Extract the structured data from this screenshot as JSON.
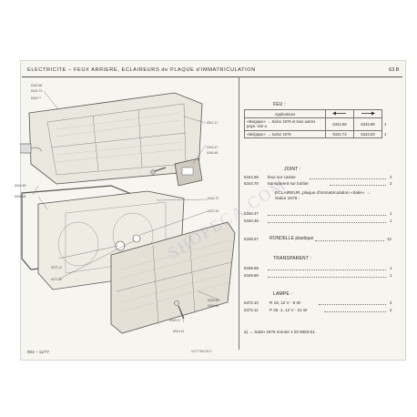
{
  "header": {
    "title": "ELECTRICITE – FEUX ARRIERE, ECLAIREURS de PLAQUE d'IMMATRICULATION",
    "page_no": "63 B"
  },
  "diagram_labels": {
    "top_refs": [
      "6342.68",
      "6342.73",
      "6343 **"
    ],
    "l_6912": "6912.17",
    "l_6340_47": "6340.47",
    "l_6340_48": "6340.48",
    "l_6344_69": "6344.69",
    "l_6935": "6935.08",
    "l_6344_70": "6344.70",
    "l_6372_10_a": "6372.10",
    "l_6372_11": "6372.11",
    "l_6372_10_b": "6372.10",
    "l_6349_65": "6349.65",
    "l_6349_66": "6349.66",
    "l_6349_57": "6349.57",
    "l_6910": "6910.41",
    "drawing_code": "11/77 904 92 0",
    "folio": "904 – 11/77"
  },
  "feu": {
    "title": "FEU :",
    "col_applications": "Applications",
    "rows": [
      {
        "label": "«Belgique» → Salon 1976 et tous autres pays. Voir a",
        "left": "6342.68",
        "right": "6343.89",
        "qty": "1"
      },
      {
        "label": "«Belgique» → Salon 1976",
        "left": "6342.73",
        "right": "6343.93",
        "qty": "1"
      }
    ]
  },
  "sections": [
    {
      "title": "JOINT :",
      "items": [
        {
          "ref": "6344.69",
          "desc": "feux sur caisse",
          "qty": "2"
        },
        {
          "ref": "6344.70",
          "desc": "transparent sur boîtier",
          "qty": "2"
        }
      ]
    },
    {
      "title": "ECLAIREUR, plaque d'immatriculation «Italie» → Salon 1976 :",
      "items": [
        {
          "ref": "6340.47",
          "desc": "",
          "qty": "1"
        },
        {
          "ref": "6340.48",
          "desc": "",
          "qty": "1"
        }
      ]
    },
    {
      "title": "",
      "items": [
        {
          "ref": "6349.57",
          "desc": "RONDELLE plastique",
          "qty": "12"
        }
      ]
    },
    {
      "title": "TRANSPARENT :",
      "items": [
        {
          "ref": "6349.65",
          "desc": "",
          "qty": "1"
        },
        {
          "ref": "6349.66",
          "desc": "",
          "qty": "1"
        }
      ]
    },
    {
      "title": "LAMPE :",
      "items": [
        {
          "ref": "6372.10",
          "desc": "R 19, 12 V - 5 W",
          "qty": "2"
        },
        {
          "ref": "6372.11",
          "desc": "P 25 .1, 12 V - 21 W",
          "qty": "2"
        }
      ]
    }
  ],
  "footnote": "a) → Salon 1976 monter 1 kit 9683.81.",
  "watermark": "SHOPECA.COM"
}
